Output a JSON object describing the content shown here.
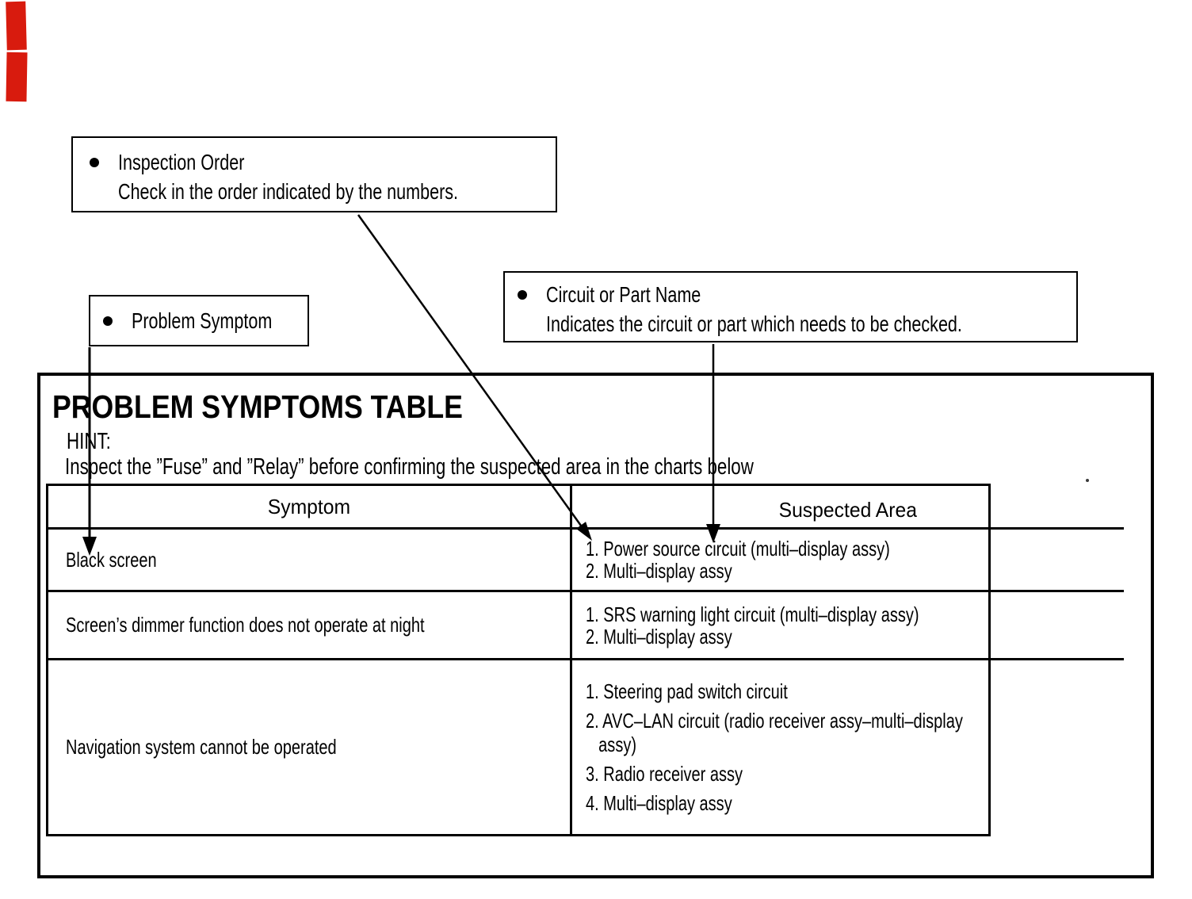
{
  "colors": {
    "ink": "#000000",
    "paper": "#ffffff",
    "redaction_mark": "#d81b0e",
    "speck": "#3a3a3a"
  },
  "callouts": {
    "inspection_order": {
      "title": "Inspection Order",
      "description": "Check in the order indicated by the numbers."
    },
    "problem_symptom": {
      "title": "Problem Symptom"
    },
    "circuit_or_part_name": {
      "title": "Circuit or Part Name",
      "description": "Indicates the circuit or part which needs to be checked."
    }
  },
  "panel": {
    "title": "PROBLEM SYMPTOMS TABLE",
    "hint_label": "HINT:",
    "hint_text": "Inspect the ”Fuse” and ”Relay” before confirming the suspected area in the charts below"
  },
  "table": {
    "headers": {
      "symptom": "Symptom",
      "suspected_area": "Suspected Area"
    },
    "rows": [
      {
        "symptom": "Black screen",
        "suspected_areas": [
          "1. Power source circuit (multi–display assy)",
          "2. Multi–display assy"
        ]
      },
      {
        "symptom": "Screen’s dimmer function does not operate at night",
        "suspected_areas": [
          "1. SRS warning light circuit (multi–display assy)",
          "2. Multi–display assy"
        ]
      },
      {
        "symptom": "Navigation system cannot be operated",
        "suspected_areas": [
          "1. Steering pad switch circuit",
          "2. AVC–LAN circuit (radio receiver assy–multi–display assy)",
          "3. Radio receiver assy",
          "4. Multi–display assy"
        ]
      }
    ]
  }
}
